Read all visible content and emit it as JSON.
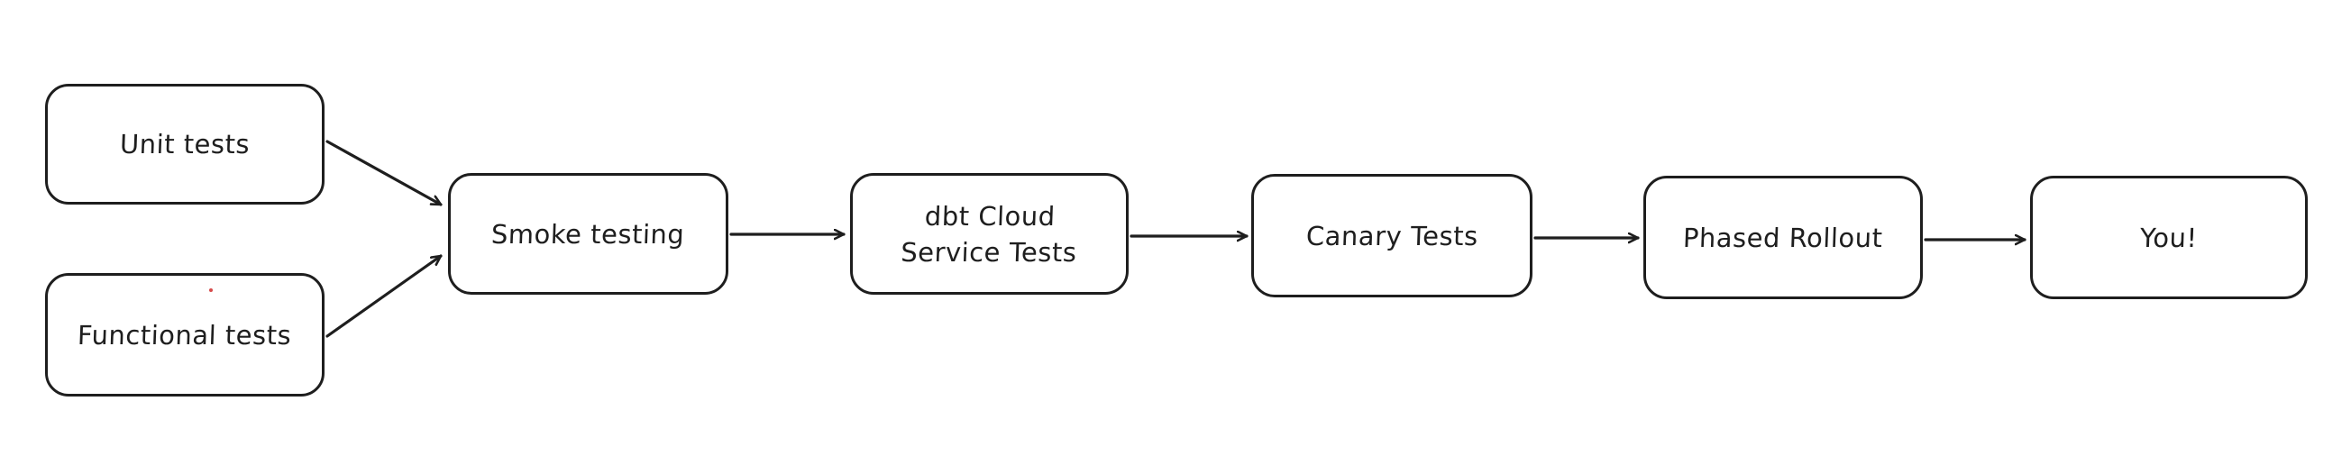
{
  "diagram": {
    "type": "flowchart",
    "style": "hand-drawn",
    "stroke_color": "#1e1e1e",
    "background_color": "#ffffff",
    "speck_color": "#d64b4b",
    "nodes": {
      "unit_tests": {
        "label": "Unit tests"
      },
      "functional_tests": {
        "label": "Functional tests"
      },
      "smoke_testing": {
        "label": "Smoke testing"
      },
      "dbt_cloud": {
        "label": "dbt Cloud\nService Tests"
      },
      "canary_tests": {
        "label": "Canary Tests"
      },
      "phased_rollout": {
        "label": "Phased Rollout"
      },
      "you": {
        "label": "You!"
      }
    },
    "edges": [
      {
        "from": "unit_tests",
        "to": "smoke_testing"
      },
      {
        "from": "functional_tests",
        "to": "smoke_testing"
      },
      {
        "from": "smoke_testing",
        "to": "dbt_cloud"
      },
      {
        "from": "dbt_cloud",
        "to": "canary_tests"
      },
      {
        "from": "canary_tests",
        "to": "phased_rollout"
      },
      {
        "from": "phased_rollout",
        "to": "you"
      }
    ]
  }
}
